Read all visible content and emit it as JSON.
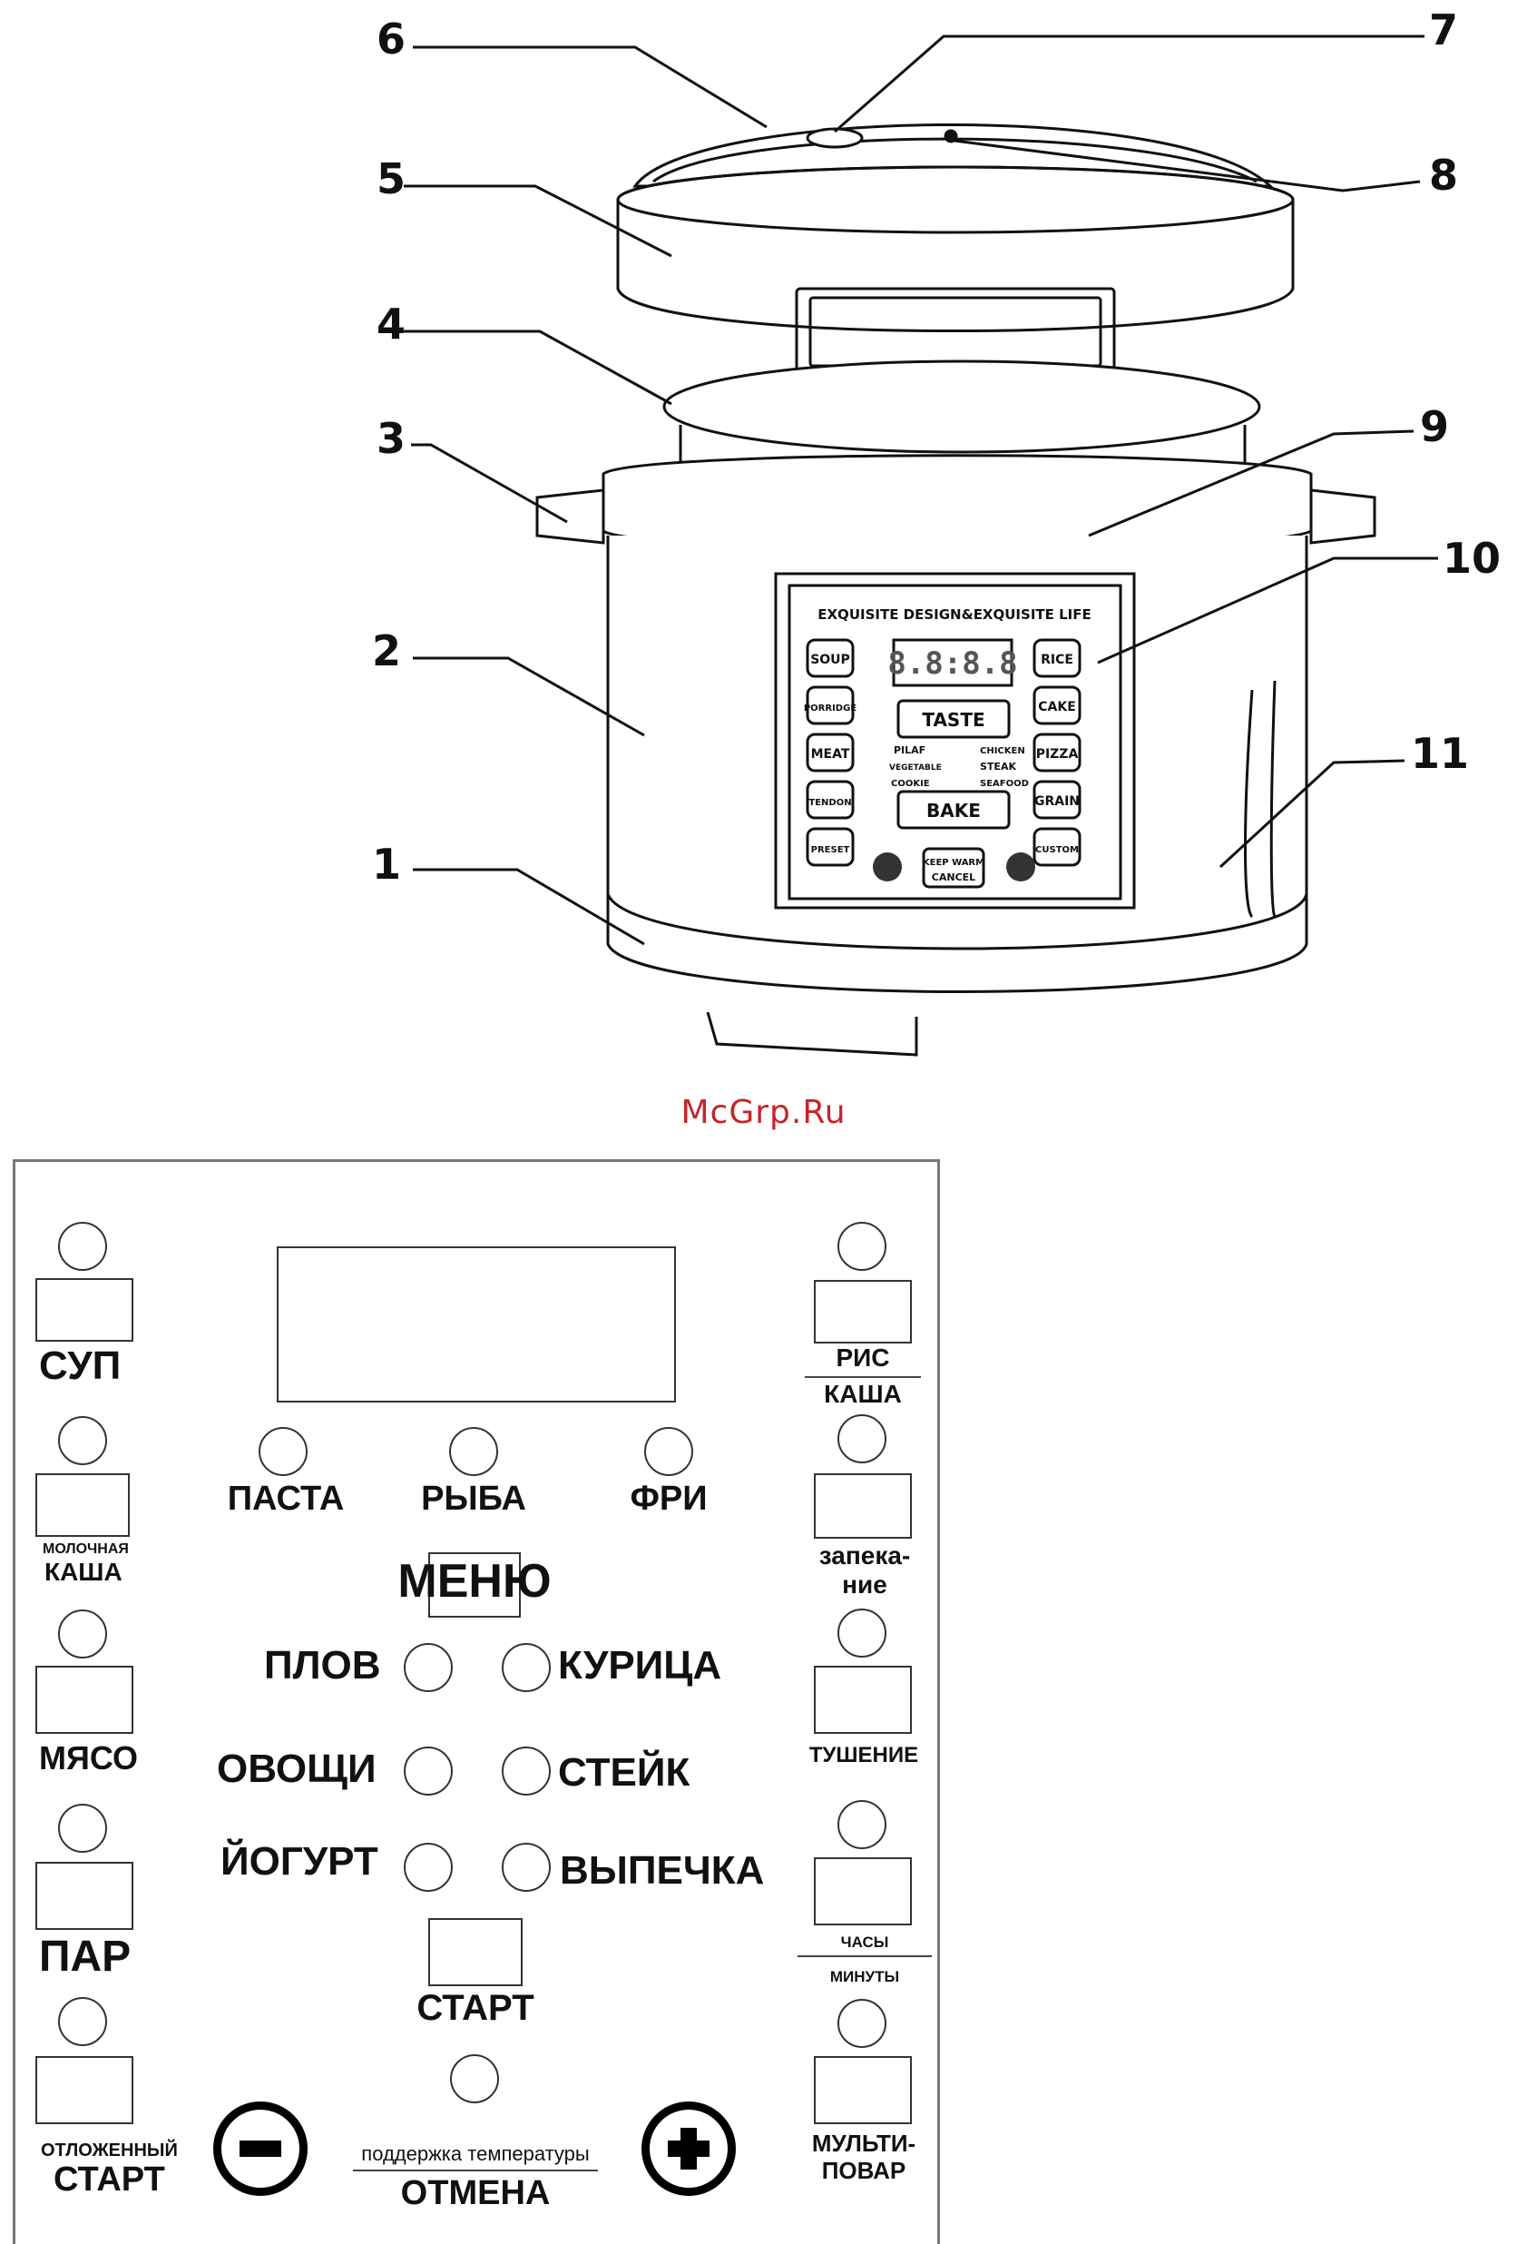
{
  "callouts": [
    "1",
    "2",
    "3",
    "4",
    "5",
    "6",
    "7",
    "8",
    "9",
    "10",
    "11"
  ],
  "cooker_panel": {
    "slogan": "EXQUISITE DESIGN&EXQUISITE LIFE",
    "display": "8.8:8.8",
    "left_buttons": [
      "SOUP",
      "PORRIDGE",
      "MEAT",
      "TENDON",
      "PRESET"
    ],
    "right_buttons": [
      "RICE",
      "CAKE",
      "PIZZA",
      "GRAIN",
      "CUSTOM"
    ],
    "taste_label": "TASTE",
    "bake_label": "BAKE",
    "left_modes": [
      "PILAF",
      "VEGETABLE",
      "COOKIE"
    ],
    "right_modes": [
      "CHICKEN",
      "STEAK",
      "SEAFOOD"
    ],
    "keep_warm": "KEEP WARM",
    "cancel": "CANCEL"
  },
  "watermark": "McGrp.Ru",
  "panel": {
    "left_labels": {
      "soup": "СУП",
      "milk_small": "МОЛОЧНАЯ",
      "milk_big": "КАША",
      "meat": "МЯСО",
      "steam": "ПАР",
      "delay_small": "ОТЛОЖЕННЫЙ",
      "delay_big": "СТАРТ"
    },
    "right_labels": {
      "rice_top": "РИС",
      "rice_bottom": "КАША",
      "bake_1": "запека-",
      "bake_2": "ние",
      "stew": "ТУШЕНИЕ",
      "hours": "ЧАСЫ",
      "minutes": "МИНУТЫ",
      "multi_1": "МУЛЬТИ-",
      "multi_2": "ПОВАР"
    },
    "top_modes": [
      "ПАСТА",
      "РЫБА",
      "ФРИ"
    ],
    "menu": "МЕНЮ",
    "center_left": [
      "ПЛОВ",
      "ОВОЩИ",
      "ЙОГУРТ"
    ],
    "center_right": [
      "КУРИЦА",
      "СТЕЙК",
      "ВЫПЕЧКА"
    ],
    "start": "СТАРТ",
    "keep_temp": "поддержка температуры",
    "cancel": "ОТМЕНА"
  }
}
